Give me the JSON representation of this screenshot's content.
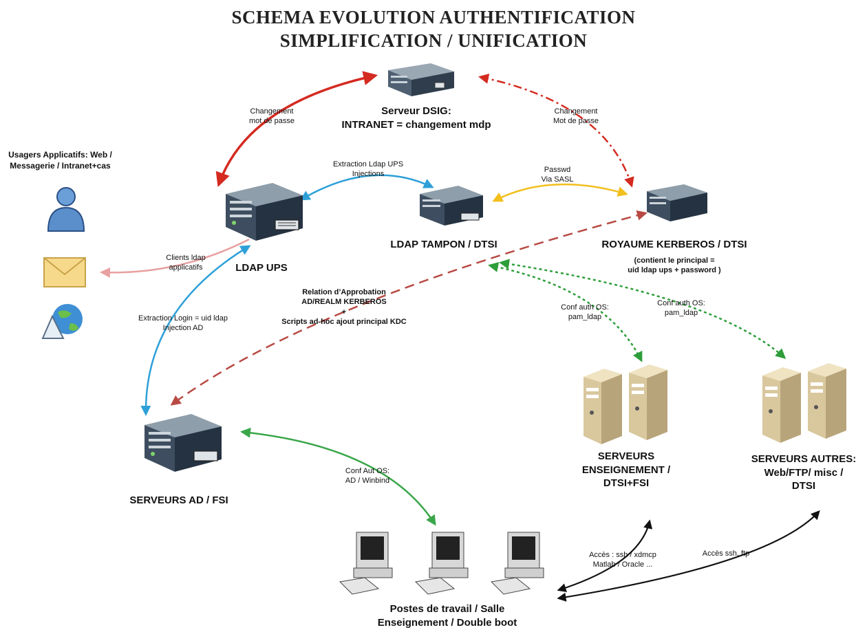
{
  "title": {
    "line1": "SCHEMA EVOLUTION AUTHENTIFICATION",
    "line2": "SIMPLIFICATION / UNIFICATION"
  },
  "nodes": {
    "dsig": {
      "line1": "Serveur DSIG:",
      "line2": "INTRANET = changement mdp"
    },
    "ldap_ups": {
      "label": "LDAP UPS"
    },
    "ldap_tampon": {
      "label": "LDAP TAMPON / DTSI"
    },
    "kerberos": {
      "label": "ROYAUME KERBEROS / DTSI",
      "note1": "(contient le principal =",
      "note2": "uid ldap ups + password )"
    },
    "ad": {
      "label": "SERVEURS AD / FSI"
    },
    "enseignement": {
      "line1": "SERVEURS",
      "line2": "ENSEIGNEMENT  /",
      "line3": "DTSI+FSI"
    },
    "autres": {
      "line1": "SERVEURS AUTRES:",
      "line2": "Web/FTP/ misc /",
      "line3": "DTSI"
    },
    "postes": {
      "line1": "Postes de  travail / Salle",
      "line2": "Enseignement / Double boot"
    },
    "usagers": {
      "line1": "Usagers Applicatifs: Web /",
      "line2": "Messagerie  / Intranet+cas"
    }
  },
  "edges": {
    "chg_left": {
      "line1": "Changement",
      "line2": "mot de passe"
    },
    "chg_right": {
      "line1": "Changement",
      "line2": "Mot de passe"
    },
    "extraction_ups": {
      "line1": "Extraction Ldap UPS",
      "line2": "Injections"
    },
    "sasl": {
      "line1": "Passwd",
      "line2": "Via SASL"
    },
    "clients": {
      "line1": "Clients ldap",
      "line2": "applicatifs"
    },
    "approbation": {
      "line1": "Relation d’Approbation",
      "line2": "AD/REALM KERBEROS",
      "line3": "+",
      "line4": "Scripts ad-hoc ajout principal KDC"
    },
    "extraction_login": {
      "line1": "Extraction Login = uid ldap",
      "line2": "Injection  AD"
    },
    "conf_os_1": {
      "line1": "Conf auth OS:",
      "line2": "pam_ldap"
    },
    "conf_os_2": {
      "line1": "Conf auth OS:",
      "line2": "pam_ldap"
    },
    "conf_aut_ad": {
      "line1": "Conf Aut OS:",
      "line2": "AD / Winbind"
    },
    "acces_ens": {
      "line1": "Accès : ssh   / xdmcp",
      "line2": "Matlab / Oracle ..."
    },
    "acces_autres": {
      "line1": "Accès ssh, ftp"
    }
  },
  "colors": {
    "red": "#d42a20",
    "dashred": "#b84a44",
    "blue": "#2ea0d8",
    "yellow": "#f2bf1c",
    "green": "#3aa64a",
    "dotgreen": "#2d9e3a",
    "pink": "#e8a0a0",
    "black": "#111111"
  },
  "icons": [
    "server-rack-icon",
    "tower-server-icon",
    "workstation-icon",
    "user-icon",
    "envelope-icon",
    "globe-icon"
  ]
}
